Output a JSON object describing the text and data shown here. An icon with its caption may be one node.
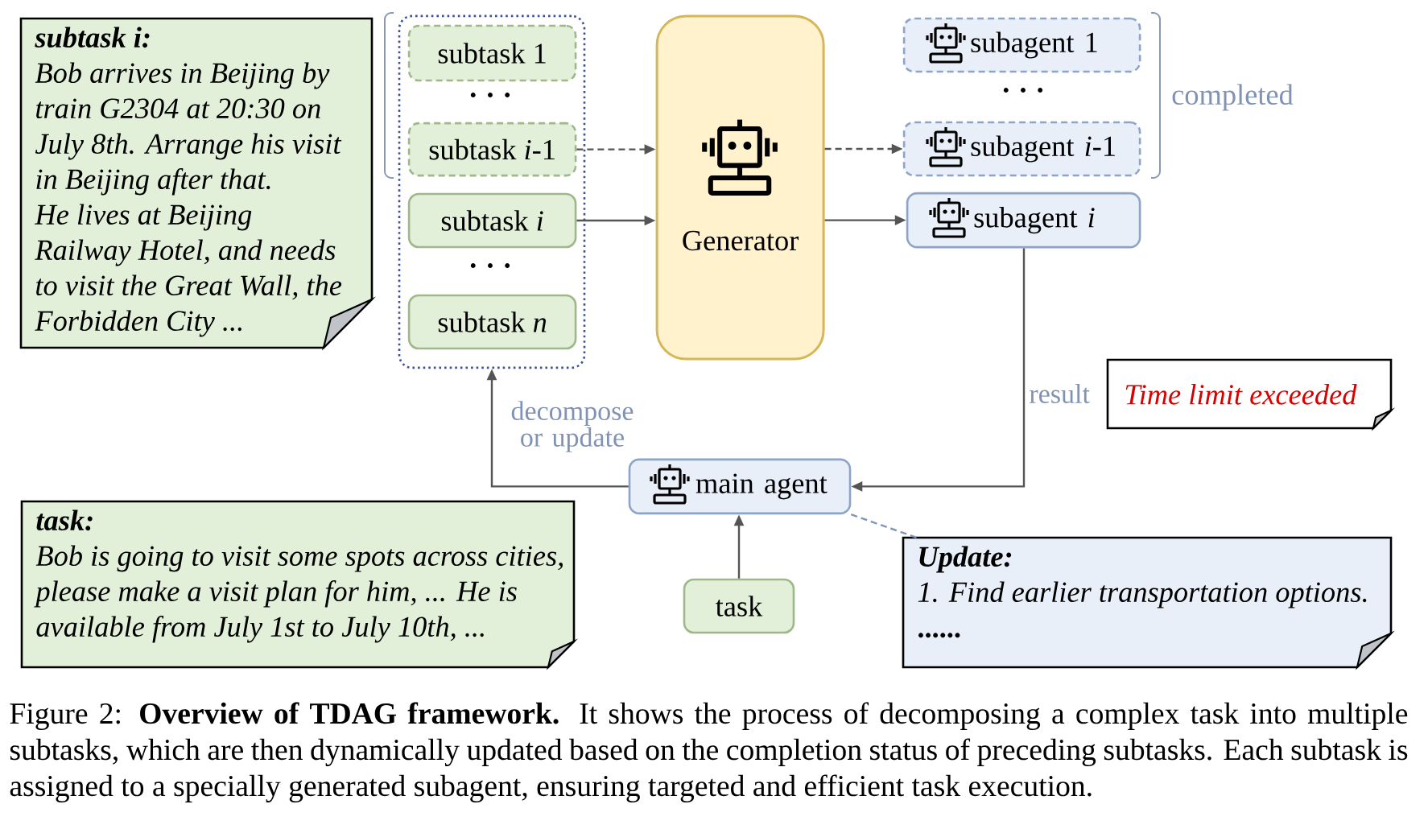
{
  "diagram": {
    "caption": "Figure 2: **Overview of TDAG framework.** It shows the process of decomposing a complex task into multiple subtasks, which are then dynamically updated based on the completion status of preceding subtasks. Each subtask is assigned to a specially generated subagent, ensuring targeted and efficient task execution.",
    "nodes": [
      {
        "text": [
          "subtask i:",
          "Bob arrives in Beijing by train G2304 at 20:30 on July 8th. Arrange his visit in Beijing after that.",
          "He lives at Beijing Railway Hotel, and needs to visit the Great Wall, the Forbidden City ..."
        ]
      },
      {
        "text": [],
        "shape": "box"
      },
      {
        "text": [
          "subtask 1"
        ],
        "in": 1
      },
      {
        "text": [
          "subtask *i*-1"
        ],
        "in": 1
      },
      {
        "text": [
          "subtask *i*"
        ],
        "in": 1
      },
      {
        "text": [
          "subtask *n*"
        ],
        "in": 1
      },
      {
        "text": [
          "Generator"
        ]
      },
      {
        "text": [
          "subagent 1"
        ]
      },
      {
        "text": [
          "subagent *i*-1"
        ]
      },
      {
        "text": [
          "subagent *i*"
        ]
      },
      {
        "text": [
          "Time limit exceeded"
        ]
      },
      {
        "text": [
          "main agent"
        ]
      },
      {
        "text": [
          "task:",
          "Bob is going to visit some spots across cities, please make a visit plan for him, ... He is available from July 1st to July 10th, ..."
        ]
      },
      {
        "text": [
          "task"
        ]
      },
      {
        "text": [
          "Update:",
          "1. Find earlier transportation options.",
          "......"
        ]
      }
    ],
    "edges": [
      {
        "from": 3,
        "to": 6,
        "arrow": "to",
        "style": "dashed"
      },
      {
        "from": 4,
        "to": 6,
        "arrow": "to"
      },
      {
        "from": 6,
        "to": 8,
        "arrow": "to",
        "style": "dashed"
      },
      {
        "from": 6,
        "to": 9,
        "arrow": "to"
      },
      {
        "from": 9,
        "to": 11,
        "arrow": "to",
        "label": "result"
      },
      {
        "from": 11,
        "to": 1,
        "arrow": "to",
        "label": "decompose or update"
      },
      {
        "from": 13,
        "to": 11,
        "arrow": "to"
      },
      {
        "from": 11,
        "to": 14,
        "arrow": "none",
        "style": "dashed",
        "color": "#8096b8"
      }
    ],
    "labels": [
      ". . .",
      ". . .",
      ". . .",
      "completed"
    ]
  }
}
